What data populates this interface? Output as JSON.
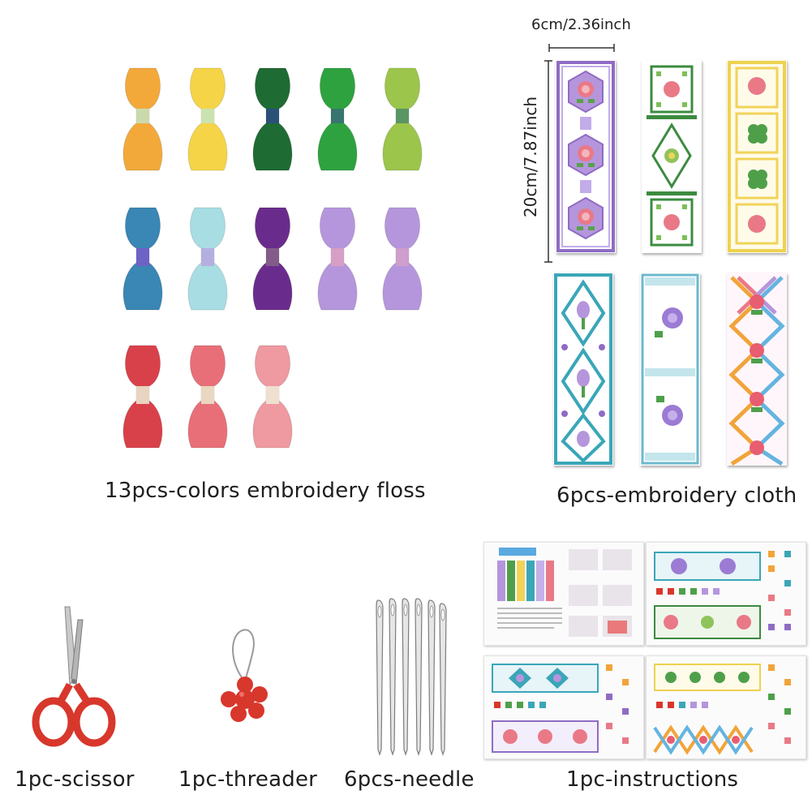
{
  "floss": {
    "caption": "13pcs-colors embroidery floss",
    "colors": [
      "#f3a93a",
      "#f5d447",
      "#1f6b34",
      "#2ea23f",
      "#9cc54b",
      "#3a86b4",
      "#a8dde3",
      "#6a2c8c",
      "#b596dc",
      "#b596dc",
      "#d9414a",
      "#e86f78",
      "#ef99a0"
    ]
  },
  "cloth": {
    "caption": "6pcs-embroidery cloth",
    "width_label": "6cm/2.36inch",
    "height_label": "20cm/7.87inch"
  },
  "tools": {
    "scissor": "1pc-scissor",
    "threader": "1pc-threader",
    "needle": "6pcs-needle",
    "instructions": "1pc-instructions"
  },
  "accent": {
    "purple": "#8f6cc4",
    "green": "#3c8b3f",
    "cyan": "#3aa6b8",
    "red": "#d8372c"
  }
}
